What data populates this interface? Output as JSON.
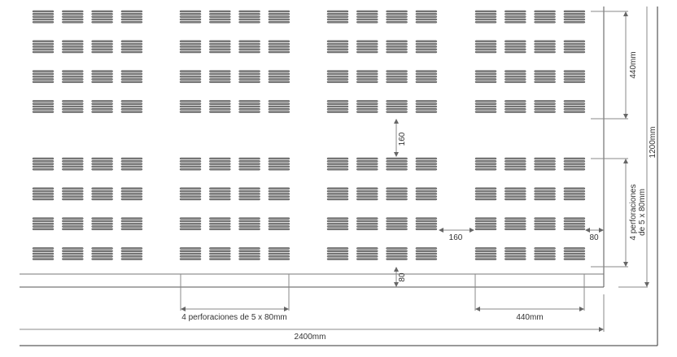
{
  "drawing": {
    "panel_width_label": "2400mm",
    "panel_height_label": "1200mm",
    "group_height_label": "440mm",
    "group_width_label": "440mm",
    "vertical_gap_label": "160",
    "horizontal_gap_label": "160",
    "side_margin_label": "80",
    "bottom_margin_label": "80",
    "perforations_label_bottom": "4 perforaciones de 5 x 80mm",
    "perforations_label_side_line1": "4 perforaciones",
    "perforations_label_side_line2": "de 5 x 80mm"
  },
  "pattern": {
    "blocks_per_row": 4,
    "block_rows": 2,
    "slot_columns_per_block": 4,
    "slot_rows_per_block": 4,
    "slots_per_group": 5
  },
  "colors": {
    "line": "#555555",
    "slot": "#808080",
    "dim": "#888888"
  }
}
